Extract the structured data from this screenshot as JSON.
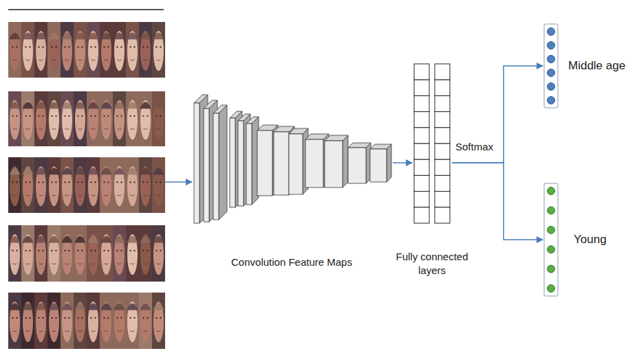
{
  "diagram": {
    "nodes": [
      {
        "text": [
          "Convolution Feature Maps"
        ]
      },
      {
        "text": [
          "Fully connected layers"
        ]
      },
      {
        "text": [
          "Middle age"
        ]
      },
      {
        "text": [
          "Young"
        ]
      }
    ],
    "edges": [
      {
        "from": 0,
        "to": 1,
        "arrow": "to"
      },
      {
        "from": 1,
        "to": 2,
        "arrow": "to"
      },
      {
        "from": 1,
        "to": 3,
        "arrow": "to"
      }
    ],
    "labels": [
      "Softmax"
    ]
  }
}
